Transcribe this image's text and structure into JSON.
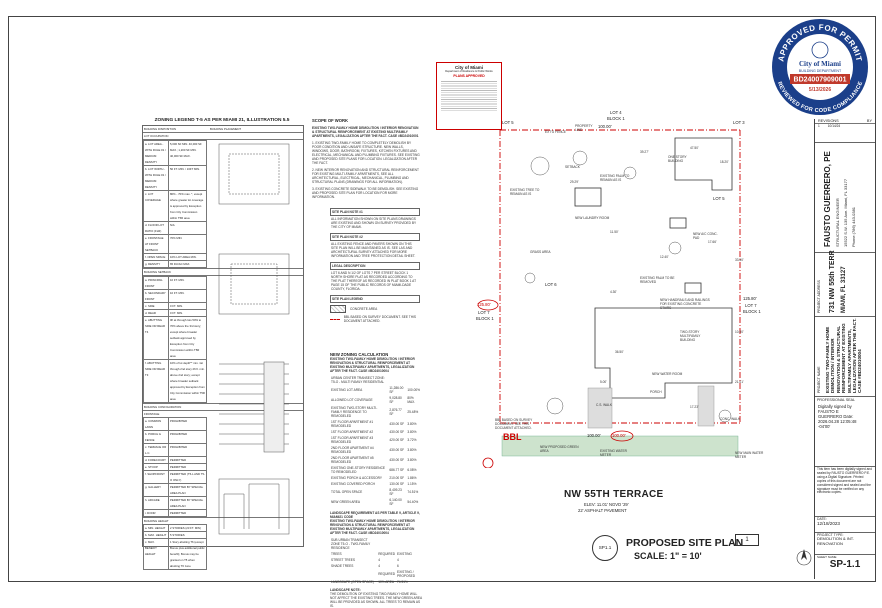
{
  "zoning": {
    "title": "ZONING LEGEND T-5 AS PER MIAMI 21, ILLUSTRATION 5.5",
    "col_building": "BUILDING DISPOSITION",
    "col_placement": "BUILDING PLACEMENT",
    "lot_occupation": "LOT OCCUPATION",
    "rows": [
      {
        "k": "a. LOT AREA - WITH RULE #1 / MEDIUM DENSITY",
        "v": "5,000 SF MIN. 40,000 SF MAX.; 1,200 SF MIN. 40,000 SF MAX."
      },
      {
        "k": "b. LOT WIDTH - WITH RULE #1 / MEDIUM DENSITY",
        "v": "50 FT. MIN. / 16FT MIN."
      },
      {
        "k": "c. LOT COVERAGE",
        "v": "80% - 70% max. *, except where greater lot coverage is approved by Exception from City Commission within T5R area"
      },
      {
        "k": "d. FLOOR LOT RATIO (FLR)",
        "v": "N/A"
      },
      {
        "k": "e. FRONTAGE AT FRONT SETBACK",
        "v": "70% MIN."
      },
      {
        "k": "f. OPEN SPACE",
        "v": "10% LOT AREA MIN."
      },
      {
        "k": "g. DENSITY",
        "v": "65 DU/AC MAX."
      }
    ],
    "setbacks_title": "BUILDING SETBACK",
    "setbacks": [
      {
        "k": "a. PRINCIPAL FRONT",
        "v": "10 FT. MIN."
      },
      {
        "k": "b. SECONDARY FRONT",
        "v": "10 FT. MIN."
      },
      {
        "k": "c. SIDE",
        "v": "0 FT. MIN."
      },
      {
        "k": "d. REAR",
        "v": "0 FT. MIN."
      },
      {
        "k": "e. ABUTTING SIDE OR REAR T4",
        "v": "0ft at through lots 50% to 70% above the 3rd story; except where broader setback approved by Exception from City Commission within T5R area"
      },
      {
        "k": "f. ABUTTING SIDE OR REAR T3",
        "v": "10% of lot depth** min. 1st through 2nd story 26 ft. min. above 2nd story; except where broader setback approved by Exception from City Commission within T5R area"
      }
    ],
    "config_title": "BUILDING CONFIGURATION",
    "frontage_title": "FRONTAGE",
    "frontage": [
      {
        "k": "a. COMMON LAWN",
        "v": "PROHIBITED"
      },
      {
        "k": "b. PORCH & FENCE",
        "v": "PROHIBITED"
      },
      {
        "k": "c. TERRACE OR L.C.",
        "v": "PROHIBITED"
      },
      {
        "k": "d. FORECOURT",
        "v": "PERMITTED"
      },
      {
        "k": "e. STOOP",
        "v": "PERMITTED"
      },
      {
        "k": "f. SHOPFRONT",
        "v": "PERMITTED (T5-L AND T5-O ONLY)"
      },
      {
        "k": "g. GALLERY",
        "v": "PERMITTED BY SPECIAL AREA PLAN"
      },
      {
        "k": "h. ARCADE",
        "v": "PERMITTED BY SPECIAL AREA PLAN"
      },
      {
        "k": "i. DOOR",
        "v": "PERMITTED"
      }
    ],
    "height_title": "BUILDING HEIGHT",
    "height": [
      {
        "k": "a. MIN. HEIGHT",
        "v": "2 STORIES (23 FT. MIN)"
      },
      {
        "k": "b. MAX. HEIGHT",
        "v": "5 STORIES"
      },
      {
        "k": "c. MAX. BENEFIT HEIGHT",
        "v": "1 Story abutting T6 (except Bonus plus additional public benefit); Bonus may be granted on T5 when abutting T6 zone"
      }
    ]
  },
  "scope": {
    "title": "SCOPE OF WORK",
    "lead": "EXISTING TWO-FAMILY HOME DEMOLITION / INTERIOR RENOVATION & STRUCTURAL REINFORCEMENT AT EXISTING MULTIFAMILY APARTMENTS, LEGALIZATION AFTER THE FACT. CASE #BD24010001",
    "items": [
      "1. EXISTING TWO-FAMILY HOME TO COMPLETELY DEMOLISH BY POOR CONDITION AND UNSAFE STRUCTURE. NEW WALLS, WINDOWS, DOOR, BATHROOM, FIXTURES, KITCHEN FIXTURES AND ELECTRICAL, MECHANICAL AND PLUMBING FIXTURES. SEE EXISTING AND PROPOSED SITE PLANS FOR LOCATION. LEGALIZATION AFTER THE FACT.",
      "2. NEW INTERIOR RENOVATION AND STRUCTURAL REINFORCEMENT FOR EXISTING MULTI-FAMILY APARTMENTS, SEE ALL ARCHITECTURAL, ELECTRICAL, MECHANICAL, PLUMBING AND STRUCTURAL PLANS (DRAWINGS FOR ALL INFORMATION).",
      "3. EXISTING CONCRETE SIDEWALK TO BE DEMOLISH. SEE EXISTING AND PROPOSED SITE PLAN FOR LOCATION FOR MORE INFORMATION."
    ]
  },
  "notes": {
    "n1_title": "SITE PLAN NOTE #1",
    "n1": "ALL INFORMATION SHOWN ON SITE PLANS DRAWINGS ARE EXISTING AND SHOWN ON SURVEY PROVIDED BY THE CITY OF MIAMI.",
    "n2_title": "SITE PLAN NOTE #2",
    "n2": "ALL EXISTING FENCE AND PAVERS SHOWN ON THIS SITE PLAN WILL BE MAINTAINED AS IS. SEE LAS AND ARCHITECTURAL SURVEY ATTACHED FOR MORE INFORMATION AND TREE PROTECTION DETAIL SHEET.",
    "legal_title": "LEGAL DESCRIPTION",
    "legal": "LOT 6 AND N 1/2 OF LOTS 7 PER STREET BLOCK 1 NORTH SHORE PLAT AS RECORDED ACCORDING TO THE PLAT THEREOF AS RECORDED IN PLAT BOOK 1 AT PAGE 15 OF THE PUBLIC RECORDS OF MIAMI-DADE COUNTY, FLORIDA.",
    "legend_title": "SITE PLAN LEGEND",
    "legend_items": [
      "CONCRETE AREA",
      "BBL BASED ON SURVEY DOCUMENT. SEE THIS DOCUMENT ATTACHED."
    ]
  },
  "zoning_calc": {
    "title": "NEW ZONING CALCULATION",
    "lead": "EXISTING TWO-FAMILY HOME DEMOLITION / INTERIOR RENOVATION & STRUCTURAL REINFORCEMENT AT EXISTING MULTIFAMILY APARTMENTS, LEGALIZATION AFTER THE FACT. CASE #BD24010004",
    "rows": [
      [
        "URBAN CENTER TRANSECT ZONE: T5-O - MULTI FAMILY RESIDENTIAL",
        "",
        ""
      ],
      [
        "EXISTING LOT AREA",
        "11,286.00 SF",
        "100.00%"
      ],
      [
        "ALLOWED LOT COVERAGE",
        "9,028.80 SF",
        "80% MAX."
      ],
      [
        "EXISTING TWO-STORY MULTI-FAMILY RESIDENCE TO REMODELED",
        "2,876.77 SF",
        "25.48%"
      ],
      [
        "1ST FLOOR APARTMENT #1 REMODELED",
        "430.00 SF",
        "3.80%"
      ],
      [
        "1ST FLOOR APARTMENT #2",
        "430.00 SF",
        "3.80%"
      ],
      [
        "1ST FLOOR APARTMENT #3 REMODELED",
        "420.00 SF",
        "3.72%"
      ],
      [
        "2ND FLOOR APARTMENT #4 REMODELED",
        "430.00 SF",
        "3.80%"
      ],
      [
        "2ND FLOOR APARTMENT #5 REMODELED",
        "430.00 SF",
        "3.80%"
      ],
      [
        "EXISTING ONE-STORY RESIDENCE TO REMODELED",
        "686.77 SF",
        "6.08%"
      ],
      [
        "EXISTING PORCH & ACCESSORY",
        "210.00 SF",
        "1.86%"
      ],
      [
        "EXISTING COVERED PORCH",
        "130.00 SF",
        "1.15%"
      ],
      [
        "TOTAL OPEN SPACE",
        "8,409.23 SF",
        "74.51%"
      ],
      [
        "NEW GREEN AREA",
        "6,140.00 SF",
        "54.40%"
      ]
    ],
    "landscape_title": "LANDSCAPE REQUIREMENT AS PER TABLE 9, ARTICLE 9, MIAMI21 CODE",
    "landscape_lead": "EXISTING TWO-FAMILY HOME DEMOLITION / INTERIOR RENOVATION & STRUCTURAL REINFORCEMENT AT EXISTING MULTIFAMILY APARTMENTS, LEGALIZATION AFTER THE FACT. CASE #BD24010004",
    "landscape_rows": [
      [
        "SUB URBAN TRANSECT ZONE T5-O - TWO-FAMILY RESIDENCE",
        "",
        ""
      ],
      [
        "TREES",
        "REQUIRED",
        "EXISTING"
      ],
      [
        "STREET TREES",
        "4",
        "4"
      ],
      [
        "SHADE TREES",
        "4",
        "6"
      ],
      [
        "",
        "REQUIRED",
        "EXISTING / PROPOSED"
      ],
      [
        "LANDSCAPE (OPEN SPACE)",
        "10% AREA",
        "74.51%"
      ]
    ],
    "landscape_note_title": "LANDSCAPE NOTE:",
    "landscape_note": "THE DEMOLITION OF EXISTING TWO-FAMILY HOME WILL NOT AFFECT THE EXISTING TREES. THE NEW GREEN AREA WILL BE PROVIDED AS SHOWN. ALL TREES TO REMAIN AS IS."
  },
  "stamp": {
    "city": "City of Miami",
    "dept": "Department of Resilience & Public Works",
    "approved": "PLANS APPROVED"
  },
  "permit_seal": {
    "ring_top": "APPROVED FOR PERMIT",
    "ring_bottom": "REVIEWED FOR CODE COMPLIANCE",
    "city": "City of Miami",
    "dept": "BUILDING DEPARTMENT",
    "number": "BD24007909001",
    "date": "5/13/2026"
  },
  "site": {
    "lot5": "LOT 5",
    "lot4": "LOT 4",
    "block1": "BLOCK 1",
    "lot3": "LOT 3",
    "top_dim": "100.00'",
    "lot6": "LOT 6",
    "lot5r": "LOT 5",
    "left_dim": "125.80'",
    "right_dim": "125.80'",
    "lot7": "LOT 7",
    "lot7_block": "BLOCK 1",
    "lot7r": "LOT 7",
    "lot7r_block": "BLOCK 1",
    "bbl": "BBL",
    "bottom_dim_left": "100.00'",
    "bottom_dim_right": "100.00'",
    "street": "NW 55TH TERRACE",
    "street_elev": "ELEV: 11.01' NGVD '29'",
    "street_pave": "22' ASPHALT PAVEMENT",
    "labels": [
      "EXT'G FENCE",
      "PROPERTY LINE",
      "ONE STORY BUILDING",
      "EXISTING TREE TO REMAIN AS IS",
      "EXISTING PALM TO REMAIN AS IS",
      "GRASS AREA",
      "NEW A/C CONC. PAD",
      "NEW LAUNDRY ROOM",
      "SETBACK",
      "TWO-STORY MULTIFAMILY BUILDING",
      "NEW HANDRAILS AND RAILINGS FOR EXISTING CONCRETE STAIRS",
      "EXISTING PALM TO BE REMOVED",
      "NEW WATER ROOM",
      "PORCH",
      "C.S. WALK",
      "CONC. WALK",
      "NEW PROPOSED GREEN AREA",
      "BBL BASED ON SURVEY DOCUMENT. SEE THIS DOCUMENT ATTACHED.",
      "EXISTING WATER METER",
      "NEW MAIN WATER METER"
    ],
    "dims": [
      "47.50'",
      "18.20'",
      "39.27'",
      "17.66'",
      "12.40'",
      "29.29'",
      "11.50'",
      "33.50'",
      "4.30'",
      "10.00'",
      "36.50'",
      "5.00'",
      "21.01'",
      "17.23'"
    ]
  },
  "plan_title": {
    "tag": "SP1.1",
    "tag_num": "1",
    "title": "PROPOSED SITE PLAN",
    "scale": "SCALE: 1\" = 10'"
  },
  "titleblock": {
    "revisions": "REVISIONS",
    "rev_col": "BY",
    "rev_num": "1",
    "rev_date": "10/14/24",
    "engineer": "FAUSTO GUERRERO, PE",
    "engineer_sub": "STRUCTURAL ENGINEER",
    "engineer_addr": "15522 S.W. 135 Ave. Miami, FL 33177",
    "engineer_phone": "Phone (786) 443-0381",
    "project_address_label": "PROJECT ADDRESS",
    "address1": "731 NW 55th TERR",
    "address2": "MIAMI, FL 33127",
    "project_name_label": "PROJECT NAME",
    "project_name": "EXISTING TWO-FAMILY HOME DEMOLITION / INTERIOR RENOVATION & STRUCTURAL REINFORCEMENT AT EXISTING MULTIFAMILY APARTMENTS, LEGALIZATION AFTER THE FACT. CASE #BD24010004",
    "prof_seal": "PROFESSIONAL SEAL",
    "signed_by": "Digitally signed by FAUSTO E GUERRERO Date: 2026.04.28 12:05:48 -04'00'",
    "seal_note": "This item has been digitally signed and sealed by FAUSTO GUERRERO P.E. using a Digital Signature. Printed copies of this document are not considered signed and sealed and the signature must be verified on any electronic copies.",
    "date_label": "DATE:",
    "date": "12/18/2023",
    "proj_type_label": "PROJECT TYPE:",
    "proj_type": "DEMOLITION & INT. RENOVATION",
    "sheet_label": "SHEET NAME",
    "sheet": "SP-1.1"
  }
}
